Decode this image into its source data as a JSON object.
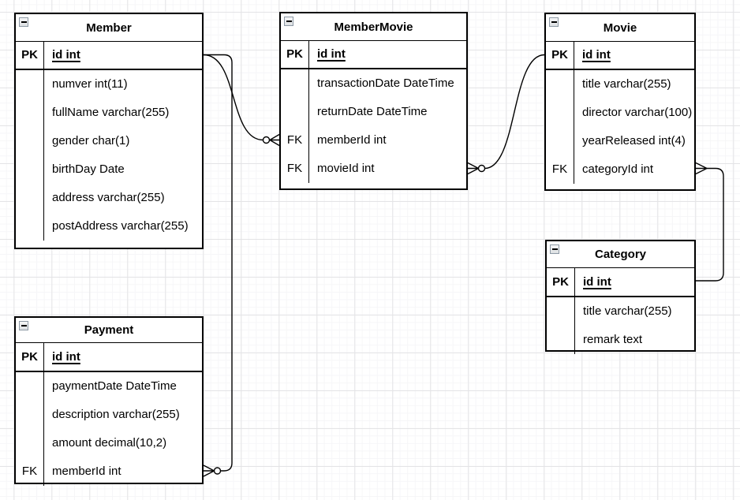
{
  "canvas": {
    "background": "#ffffff",
    "grid_minor_color": "#f6f6f8",
    "grid_major_color": "#e4e4e6",
    "stroke_color": "#000000"
  },
  "tables": [
    {
      "name": "Member",
      "pk": {
        "key": "PK",
        "field": "id int"
      },
      "rows": [
        {
          "key": "",
          "field": "numver int(11)"
        },
        {
          "key": "",
          "field": "fullName varchar(255)"
        },
        {
          "key": "",
          "field": "gender char(1)"
        },
        {
          "key": "",
          "field": "birthDay Date"
        },
        {
          "key": "",
          "field": "address varchar(255)"
        },
        {
          "key": "",
          "field": "postAddress varchar(255)"
        }
      ]
    },
    {
      "name": "MemberMovie",
      "pk": {
        "key": "PK",
        "field": "id int"
      },
      "rows": [
        {
          "key": "",
          "field": "transactionDate DateTime"
        },
        {
          "key": "",
          "field": "returnDate DateTime"
        },
        {
          "key": "FK",
          "field": "memberId int"
        },
        {
          "key": "FK",
          "field": "movieId int"
        }
      ]
    },
    {
      "name": "Movie",
      "pk": {
        "key": "PK",
        "field": "id int"
      },
      "rows": [
        {
          "key": "",
          "field": "title varchar(255)"
        },
        {
          "key": "",
          "field": "director varchar(100)"
        },
        {
          "key": "",
          "field": "yearReleased int(4)"
        },
        {
          "key": "FK",
          "field": "categoryId int"
        }
      ]
    },
    {
      "name": "Category",
      "pk": {
        "key": "PK",
        "field": "id int"
      },
      "rows": [
        {
          "key": "",
          "field": "title varchar(255)"
        },
        {
          "key": "",
          "field": "remark text"
        }
      ]
    },
    {
      "name": "Payment",
      "pk": {
        "key": "PK",
        "field": "id int"
      },
      "rows": [
        {
          "key": "",
          "field": "paymentDate DateTime"
        },
        {
          "key": "",
          "field": "description varchar(255)"
        },
        {
          "key": "",
          "field": "amount decimal(10,2)"
        },
        {
          "key": "FK",
          "field": "memberId int"
        }
      ]
    }
  ],
  "relationships": [
    {
      "from": "Member.id",
      "to": "MemberMovie.memberId",
      "from_marker": "one",
      "to_marker": "zero-or-many"
    },
    {
      "from": "Member.id",
      "to": "Payment.memberId",
      "from_marker": "one",
      "to_marker": "zero-or-many"
    },
    {
      "from": "Movie.id",
      "to": "MemberMovie.movieId",
      "from_marker": "one",
      "to_marker": "zero-or-many"
    },
    {
      "from": "Category.id",
      "to": "Movie.categoryId",
      "from_marker": "one",
      "to_marker": "many"
    }
  ]
}
